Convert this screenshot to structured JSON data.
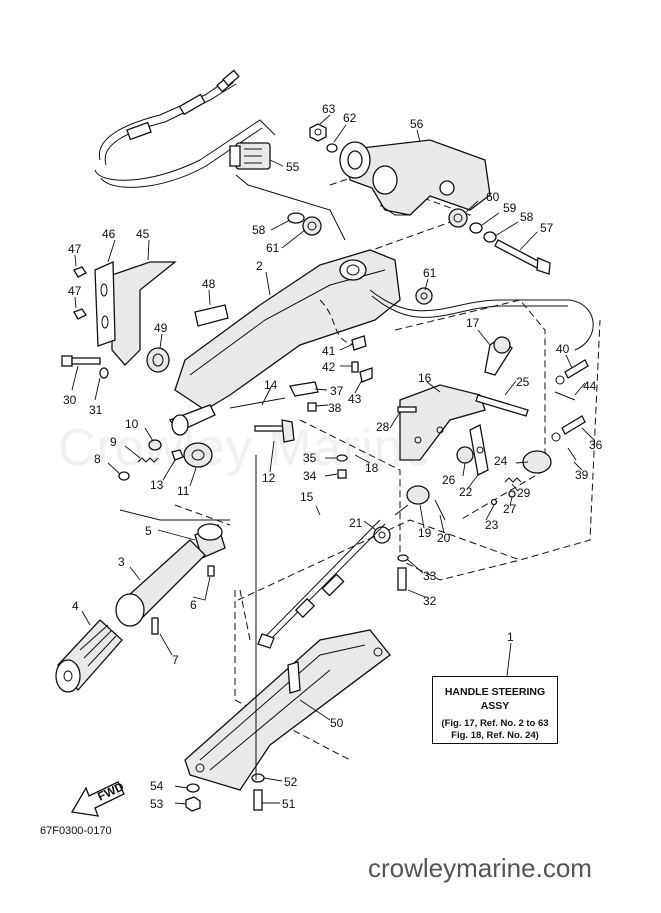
{
  "callouts": [
    "63",
    "62",
    "56",
    "55",
    "58",
    "61",
    "60",
    "59",
    "58",
    "57",
    "2",
    "46",
    "45",
    "47",
    "47",
    "48",
    "61",
    "49",
    "30",
    "31",
    "17",
    "41",
    "42",
    "37",
    "43",
    "38",
    "40",
    "44",
    "14",
    "16",
    "25",
    "28",
    "10",
    "9",
    "8",
    "13",
    "11",
    "12",
    "35",
    "34",
    "18",
    "15",
    "36",
    "39",
    "24",
    "26",
    "22",
    "29",
    "27",
    "23",
    "21",
    "19",
    "20",
    "5",
    "3",
    "6",
    "33",
    "32",
    "4",
    "7",
    "1",
    "50",
    "52",
    "51",
    "54",
    "53"
  ],
  "reference_box": {
    "title": "HANDLE STEERING",
    "subtitle": "ASSY",
    "line1": "(Fig. 17, Ref. No. 2 to 63",
    "line2": "Fig. 18, Ref. No. 24)"
  },
  "fwd_label": "FWD",
  "diagram_code": "67F0300-0170",
  "watermark": "Crowley Marine",
  "site_url": "crowleymarine.com"
}
